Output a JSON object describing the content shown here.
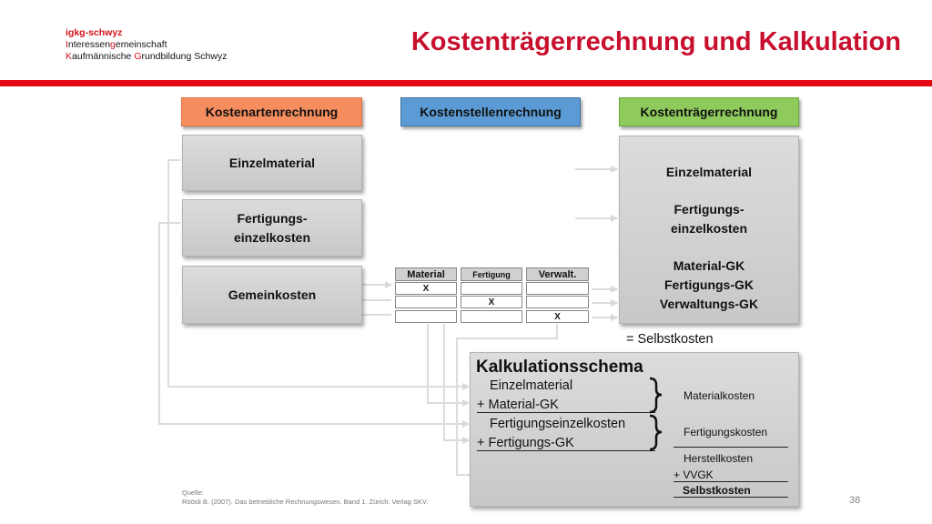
{
  "logo": {
    "name": "igkg-schwyz",
    "line1_accent": "I",
    "line1_rest_a": "nteressen",
    "line1_accent2": "g",
    "line1_rest_b": "emeinschaft",
    "line2_accent": "K",
    "line2_rest_a": "aufmännische ",
    "line2_accent2": "G",
    "line2_rest_b": "rundbildung Schwyz"
  },
  "title": "Kostenträgerrechnung und Kalkulation",
  "headers": {
    "arten": "Kostenartenrechnung",
    "stellen": "Kostenstellenrechnung",
    "traeger": "Kostenträgerrechnung"
  },
  "left_boxes": {
    "einzelmaterial": "Einzelmaterial",
    "fertigung_l1": "Fertigungs-",
    "fertigung_l2": "einzelkosten",
    "gemeinkosten": "Gemeinkosten"
  },
  "stellen": {
    "material": "Material",
    "fertigung": "Fertigung",
    "verwalt": "Verwalt.",
    "mark": "X"
  },
  "traeger_box": {
    "l1": "Einzelmaterial",
    "l2": "Fertigungs-",
    "l3": "einzelkosten",
    "l4": "Material-GK",
    "l5": "Fertigungs-GK",
    "l6": "Verwaltungs-GK"
  },
  "selbstkosten_label": "= Selbstkosten",
  "kalk": {
    "title": "Kalkulationsschema",
    "einzelmaterial": "Einzelmaterial",
    "material_gk": "+ Material-GK",
    "fertigungseinzelkosten": "Fertigungseinzelkosten",
    "fertigungs_gk": "+ Fertigungs-GK",
    "materialkosten": "Materialkosten",
    "fertigungskosten": "Fertigungskosten",
    "herstellkosten": "Herstellkosten",
    "vvgk": "+ VVGK",
    "selbstkosten": "Selbstkosten"
  },
  "source": {
    "label": "Quelle:",
    "text": "Röösli B. (2007). Das betriebliche Rechnungswesen. Band 1. Zürich: Verlag SKV."
  },
  "page_number": "38",
  "colors": {
    "title_red": "#c8102e",
    "bar_red": "#e30613",
    "orange": "#f58d5f",
    "blue": "#5b9bd5",
    "green": "#8fca5c",
    "box_gray": "#d0d0d0"
  }
}
